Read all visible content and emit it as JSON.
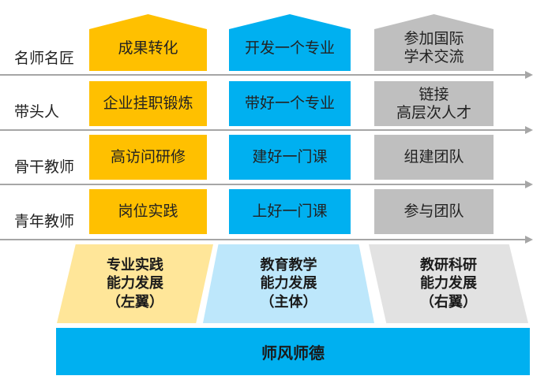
{
  "levels": [
    "名师名匠",
    "带头人",
    "骨干教师",
    "青年教师"
  ],
  "columns": [
    {
      "items": [
        "成果转化",
        "企业挂职锻炼",
        "高访问研修",
        "岗位实践"
      ]
    },
    {
      "items": [
        "开发一个专业",
        "带好一个专业",
        "建好一门课",
        "上好一门课"
      ]
    },
    {
      "items": [
        "参加国际\n学术交流",
        "链接\n高层次人才",
        "组建团队",
        "参与团队"
      ]
    }
  ],
  "wings": [
    {
      "label": "专业实践\n能力发展\n（左翼）",
      "color": "#ffe699"
    },
    {
      "label": "教育教学\n能力发展\n（主体）",
      "color": "#bde7fb"
    },
    {
      "label": "教研科研\n能力发展\n（右翼）",
      "color": "#e2e2e2"
    }
  ],
  "base": {
    "label": "师风师德"
  },
  "colors": {
    "col1": "#ffc000",
    "col2": "#00b0f0",
    "col3": "#bfbfbf",
    "arrow": "#a6a6a6"
  }
}
